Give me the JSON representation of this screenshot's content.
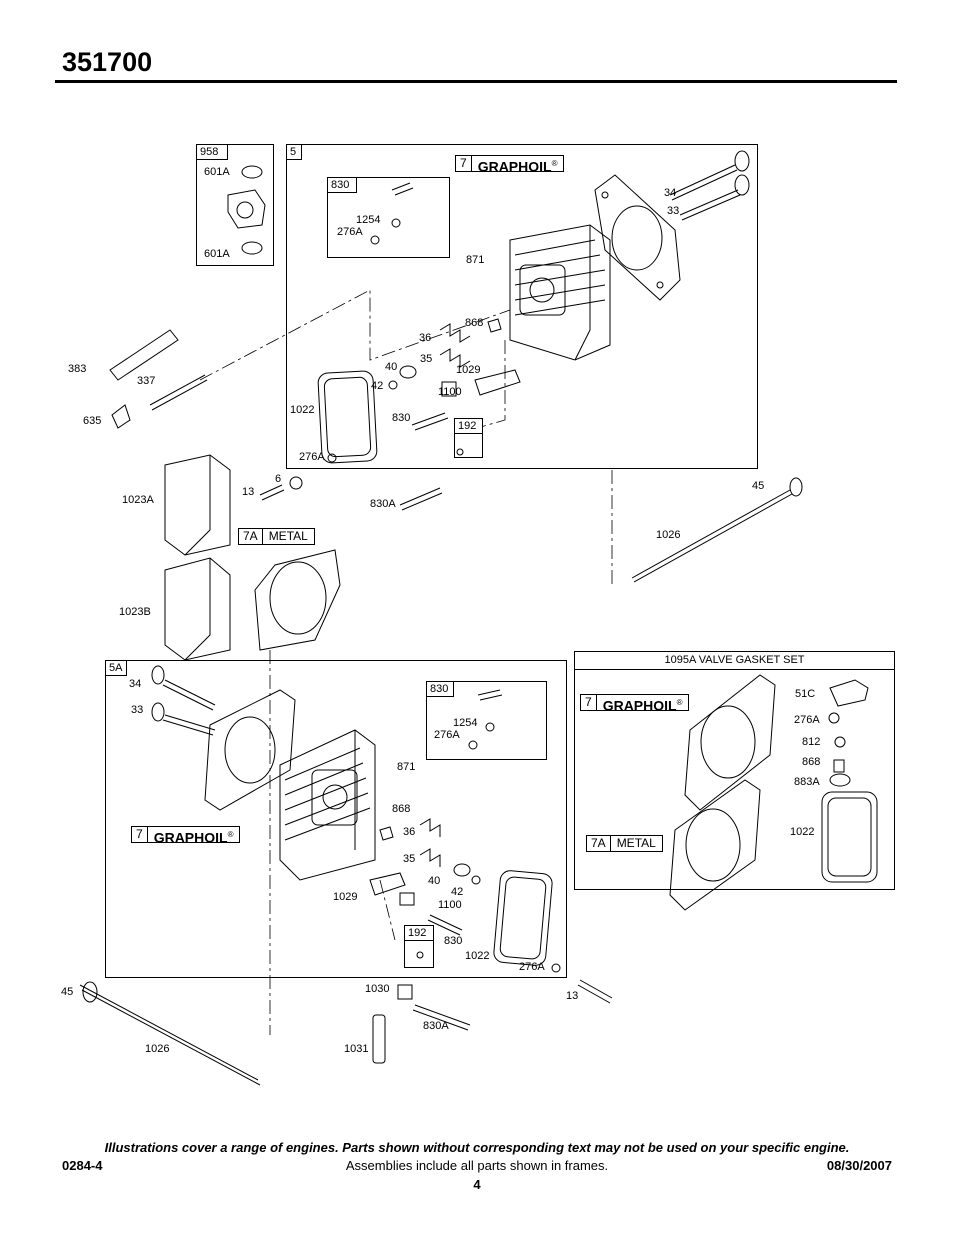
{
  "header": {
    "model_number": "351700"
  },
  "groups": {
    "g958": {
      "ref": "958",
      "labels": [
        "601A",
        "601A"
      ]
    },
    "g5": {
      "ref": "5"
    },
    "g830_top": {
      "ref": "830",
      "labels": [
        "1254",
        "276A"
      ]
    },
    "g192_top": {
      "ref": "192"
    },
    "g5a": {
      "ref": "5A"
    },
    "g830_bottom": {
      "ref": "830",
      "labels": [
        "1254",
        "276A"
      ]
    },
    "g192_bottom": {
      "ref": "192"
    },
    "gasket_set": {
      "title": "1095A VALVE GASKET SET"
    }
  },
  "tags": {
    "graphoil_top": {
      "num": "7",
      "text": "GRAPHOIL",
      "mark": "®"
    },
    "metal_mid": {
      "num": "7A",
      "text": "METAL"
    },
    "graphoil_bottom": {
      "num": "7",
      "text": "GRAPHOIL",
      "mark": "®"
    },
    "graphoil_set": {
      "num": "7",
      "text": "GRAPHOIL",
      "mark": "®"
    },
    "metal_set": {
      "num": "7A",
      "text": "METAL"
    }
  },
  "callouts_top": [
    "34",
    "33",
    "871",
    "868",
    "36",
    "35",
    "40",
    "42",
    "1029",
    "1100",
    "830",
    "1022",
    "276A"
  ],
  "callouts_left": [
    "383",
    "337",
    "635",
    "1023A",
    "13",
    "6",
    "830A",
    "1023B",
    "45",
    "1026"
  ],
  "callouts_bottom": [
    "34",
    "33",
    "871",
    "868",
    "36",
    "35",
    "40",
    "42",
    "1029",
    "1100",
    "830",
    "1022",
    "276A",
    "45",
    "1026",
    "1030",
    "830A",
    "1031",
    "13"
  ],
  "callouts_set": [
    "51C",
    "276A",
    "812",
    "868",
    "883A",
    "1022"
  ],
  "footer": {
    "note": "Illustrations cover a range of engines. Parts shown without corresponding text may not be used on your specific engine.",
    "code": "0284-4",
    "assemblies": "Assemblies include all parts shown in frames.",
    "date": "08/30/2007",
    "page": "4"
  }
}
